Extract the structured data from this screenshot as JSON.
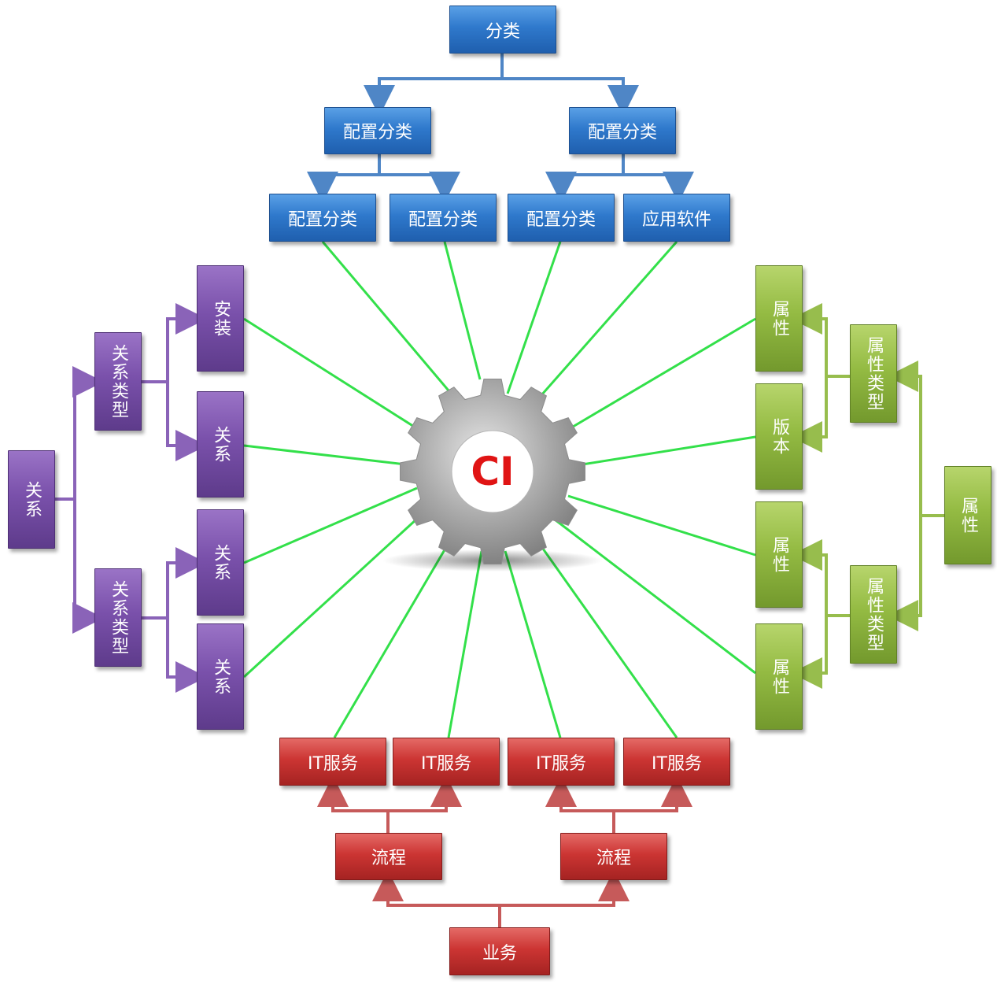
{
  "center": {
    "label": "CI"
  },
  "classification": {
    "root": "分类",
    "level1": [
      "配置分类",
      "配置分类"
    ],
    "level2": [
      "配置分类",
      "配置分类",
      "配置分类",
      "应用软件"
    ]
  },
  "relations": {
    "root": "关系",
    "types": [
      "关系类型",
      "关系类型"
    ],
    "items": [
      "安装",
      "关系",
      "关系",
      "关系"
    ]
  },
  "attributes": {
    "root": "属性",
    "types": [
      "属性类型",
      "属性类型"
    ],
    "items": [
      "属性",
      "版本",
      "属性",
      "属性"
    ]
  },
  "business": {
    "root": "业务",
    "processes": [
      "流程",
      "流程"
    ],
    "services": [
      "IT服务",
      "IT服务",
      "IT服务",
      "IT服务"
    ]
  },
  "colors": {
    "spoke": "#33e04a",
    "blue_connector": "#4f86c6",
    "purple_connector": "#8a63b8",
    "green_connector": "#97bd4d",
    "red_connector": "#c65a5a",
    "ci_text": "#e01414"
  }
}
